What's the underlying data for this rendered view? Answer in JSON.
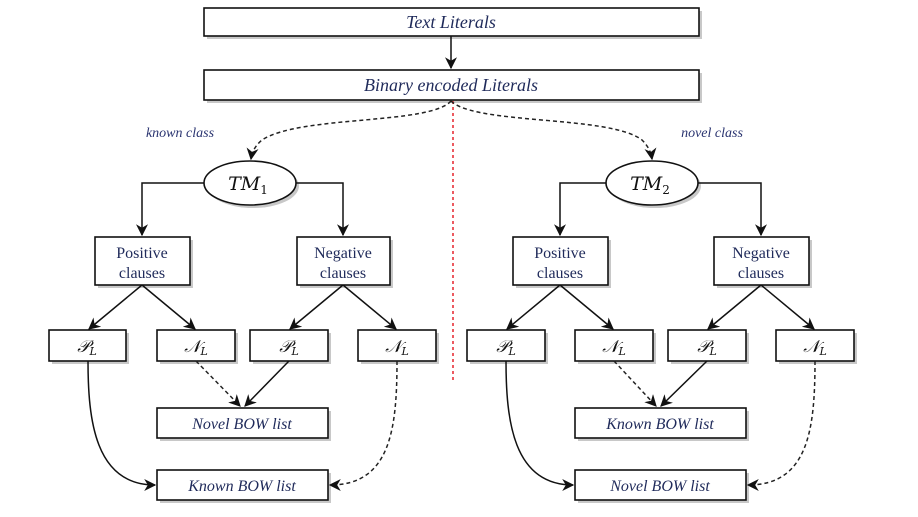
{
  "diagram": {
    "top": {
      "text_literals": "Text Literals",
      "binary_literals": "Binary encoded Literals"
    },
    "branch_labels": {
      "left": "known class",
      "right": "novel class"
    },
    "left": {
      "tm": {
        "base": "TM",
        "sub": "1"
      },
      "positive_clauses": [
        "Positive",
        "clauses"
      ],
      "negative_clauses": [
        "Negative",
        "clauses"
      ],
      "leaves": [
        {
          "sym": "𝒫",
          "sub": "L"
        },
        {
          "sym": "𝒩",
          "sub": "L"
        },
        {
          "sym": "𝒫",
          "sub": "L"
        },
        {
          "sym": "𝒩",
          "sub": "L"
        }
      ],
      "upper_list": "Novel BOW list",
      "lower_list": "Known BOW list"
    },
    "right": {
      "tm": {
        "base": "TM",
        "sub": "2"
      },
      "positive_clauses": [
        "Positive",
        "clauses"
      ],
      "negative_clauses": [
        "Negative",
        "clauses"
      ],
      "leaves": [
        {
          "sym": "𝒫",
          "sub": "L"
        },
        {
          "sym": "𝒩",
          "sub": "L"
        },
        {
          "sym": "𝒫",
          "sub": "L"
        },
        {
          "sym": "𝒩",
          "sub": "L"
        }
      ],
      "upper_list": "Known BOW list",
      "lower_list": "Novel BOW list"
    },
    "colors": {
      "divider": "#e8313a",
      "text": "#1f2a5a",
      "stroke": "#111111"
    }
  }
}
